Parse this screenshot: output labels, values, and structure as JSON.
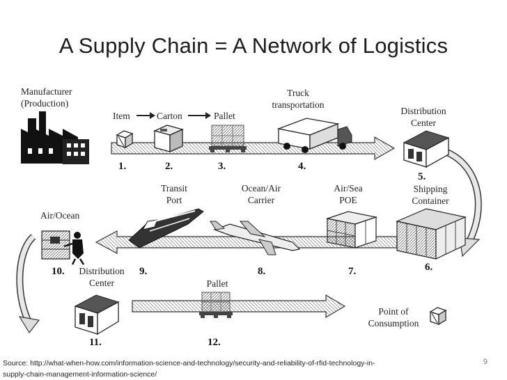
{
  "slide": {
    "title": "A Supply Chain = A Network of Logistics",
    "source_text": "Source: http://what-when-how.com/information-science-and-technology/security-and-reliability-of-rfid-technology-in-supply-chain-management-information-science/",
    "page_number": "9"
  },
  "diagram": {
    "labels": {
      "manufacturer_line1": "Manufacturer",
      "manufacturer_line2": "(Production)",
      "item": "Item",
      "carton": "Carton",
      "pallet_top": "Pallet",
      "truck_line1": "Truck",
      "truck_line2": "transportation",
      "distribution_center_line1": "Distribution",
      "distribution_center_line2": "Center",
      "shipping_container_line1": "Shipping",
      "shipping_container_line2": "Container",
      "transit_port_line1": "Transit",
      "transit_port_line2": "Port",
      "ocean_air_carrier_line1": "Ocean/Air",
      "ocean_air_carrier_line2": "Carrier",
      "air_sea_poe_line1": "Air/Sea",
      "air_sea_poe_line2": "POE",
      "air_ocean": "Air/Ocean",
      "distribution_center2_line1": "Distribution",
      "distribution_center2_line2": "Center",
      "pallet_bottom": "Pallet",
      "point_of_consumption_line1": "Point of",
      "point_of_consumption_line2": "Consumption"
    },
    "numbers": {
      "n1": "1.",
      "n2": "2.",
      "n3": "3.",
      "n4": "4.",
      "n5": "5.",
      "n6": "6.",
      "n7": "7.",
      "n8": "8.",
      "n9": "9.",
      "n10": "10.",
      "n11": "11.",
      "n12": "12."
    }
  }
}
